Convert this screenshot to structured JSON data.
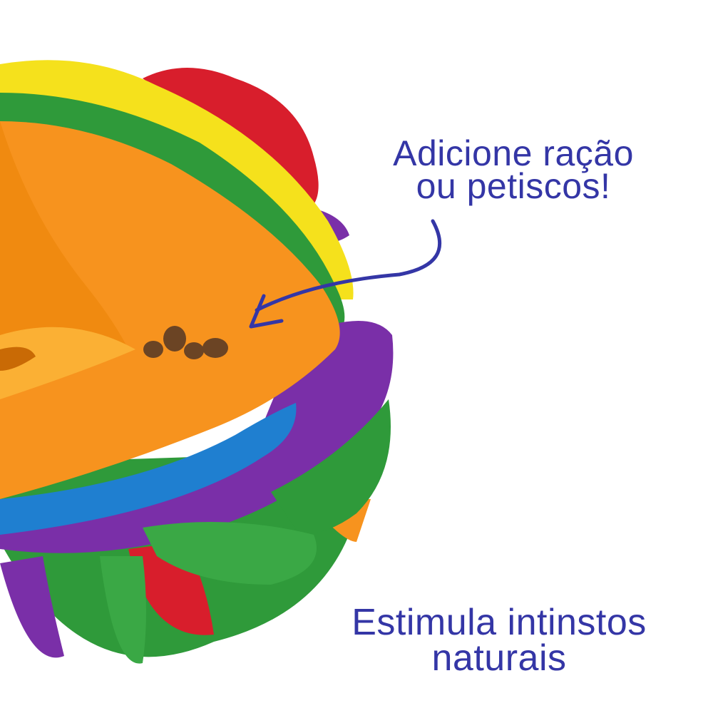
{
  "captions": {
    "top": {
      "line1": "Adicione ração",
      "line2": "ou petiscos!"
    },
    "bottom": {
      "line1": "Estimula intinstos",
      "line2": "naturais"
    }
  },
  "colors": {
    "text": "#3436a6",
    "orange": "#f7931e",
    "yellow": "#f5e11c",
    "green": "#2f9a3a",
    "red": "#d81e2c",
    "purple": "#7a2fa8",
    "blue": "#1f7fd0",
    "kibble": "#6b4424"
  }
}
